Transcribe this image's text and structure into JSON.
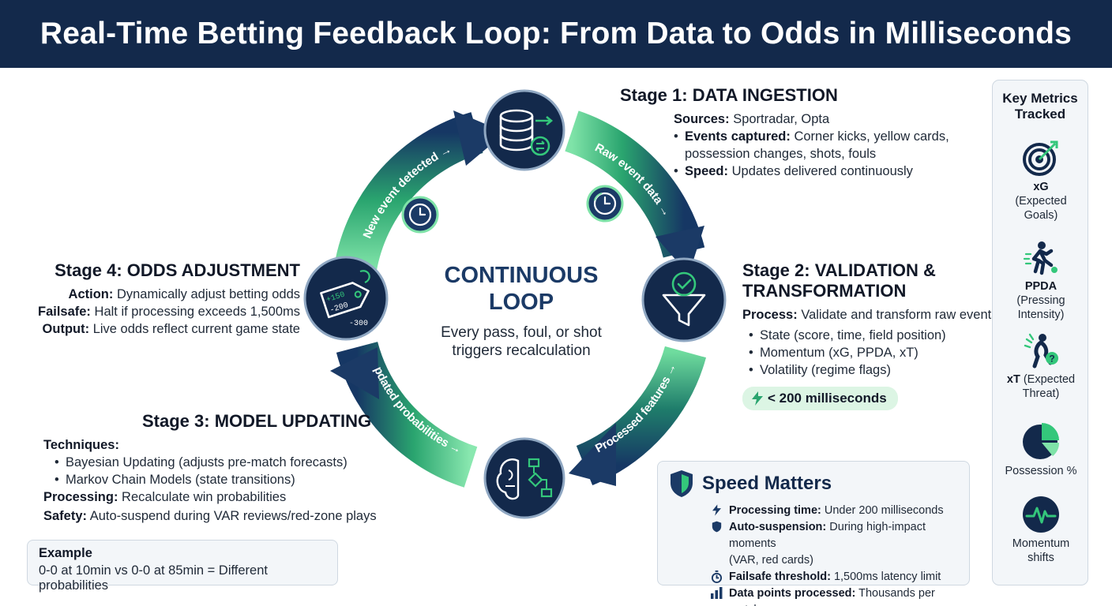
{
  "header": {
    "title": "Real-Time Betting Feedback Loop: From Data to Odds in Milliseconds"
  },
  "loop": {
    "center_title_1": "CONTINUOUS",
    "center_title_2": "LOOP",
    "center_sub_1": "Every pass, foul, or shot",
    "center_sub_2": "triggers recalculation",
    "arrows": {
      "new_event": "New event detected →",
      "raw_event": "Raw event data →",
      "processed": "Processed features →",
      "updated": "Updated probabilities →"
    }
  },
  "stage1": {
    "title": "Stage 1: DATA INGESTION",
    "sources_label": "Sources:",
    "sources_value": "Sportradar, Opta",
    "events_label": "Events captured:",
    "events_value_1": "Corner kicks, yellow cards,",
    "events_value_2": "possession changes, shots, fouls",
    "speed_label": "Speed:",
    "speed_value": "Updates delivered continuously"
  },
  "stage2": {
    "title_1": "Stage 2: VALIDATION &",
    "title_2": "TRANSFORMATION",
    "process_label": "Process:",
    "process_value": "Validate and transform raw events",
    "bullets": [
      "State (score, time, field position)",
      "Momentum (xG, PPDA, xT)",
      "Volatility (regime flags)"
    ],
    "speed_pill": "< 200 milliseconds"
  },
  "stage3": {
    "title": "Stage 3: MODEL UPDATING",
    "techniques_label": "Techniques:",
    "bullets": [
      "Bayesian Updating (adjusts pre-match forecasts)",
      "Markov Chain Models (state transitions)"
    ],
    "processing_label": "Processing:",
    "processing_value": "Recalculate win probabilities",
    "safety_label": "Safety:",
    "safety_value": "Auto-suspend during VAR reviews/red-zone plays"
  },
  "stage4": {
    "title": "Stage 4: ODDS ADJUSTMENT",
    "action_label": "Action:",
    "action_value": "Dynamically adjust betting odds",
    "failsafe_label": "Failsafe:",
    "failsafe_value": "Halt if processing exceeds 1,500ms",
    "output_label": "Output:",
    "output_value": "Live odds reflect current game state"
  },
  "example": {
    "title": "Example",
    "text": "0-0 at 10min vs 0-0 at 85min = Different probabilities"
  },
  "speed_matters": {
    "title": "Speed Matters",
    "items": [
      {
        "label": "Processing time:",
        "value": "Under 200 milliseconds",
        "line2": ""
      },
      {
        "label": "Auto-suspension:",
        "value": "During high-impact moments",
        "line2": "(VAR, red cards)"
      },
      {
        "label": "Failsafe threshold:",
        "value": "1,500ms latency limit",
        "line2": ""
      },
      {
        "label": "Data points processed:",
        "value": "Thousands per match",
        "line2": ""
      }
    ]
  },
  "metrics": {
    "title_1": "Key Metrics",
    "title_2": "Tracked",
    "items": [
      {
        "name": "xG",
        "desc_1": "(Expected",
        "desc_2": "Goals)"
      },
      {
        "name": "PPDA",
        "desc_1": "(Pressing",
        "desc_2": "Intensity)"
      },
      {
        "name": "xT",
        "desc_1": "(Expected",
        "desc_2": "Threat)"
      },
      {
        "name": "",
        "desc_1": "Possession %",
        "desc_2": ""
      },
      {
        "name": "",
        "desc_1": "Momentum",
        "desc_2": "shifts"
      }
    ]
  },
  "stage4_tag": {
    "line_1": "+150",
    "line_2": "-200",
    "line_3": "-300"
  },
  "colors": {
    "navy": "#13294b",
    "green": "#34c77b",
    "light_panel": "#f3f6f9"
  }
}
